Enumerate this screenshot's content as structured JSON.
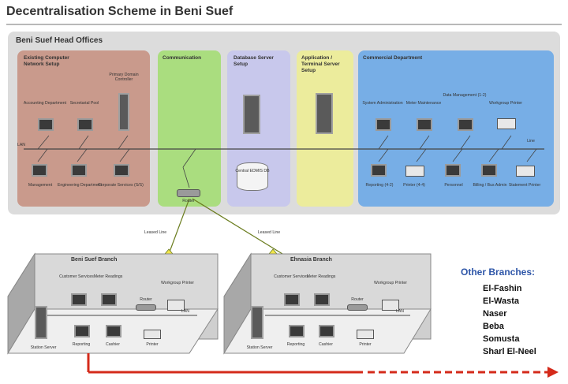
{
  "title": "Decentralisation Scheme in Beni Suef",
  "head_office": {
    "label": "Beni Suef Head Offices",
    "panels": {
      "existing": "Existing Computer Network Setup",
      "communication": "Communication",
      "database": "Database Server Setup",
      "application": "Application / Terminal Server Setup",
      "commercial": "Commercial Department"
    },
    "devices": {
      "accounting": "Accounting Department",
      "secretarial": "Secretarial Pool",
      "primary_domain": "Primary Domain Controller",
      "management": "Management",
      "engineering": "Engineering Department",
      "corporate": "Corporate Services (S/S)",
      "db": "Central EDMIS DB",
      "router": "Router",
      "system_admin": "System Administration",
      "meter_maintenance": "Meter Maintenance",
      "data_management": "Data Management (1-2)",
      "workgroup_printer": "Workgroup Printer",
      "reporting": "Reporting (4-2)",
      "printer": "Printer (4-4)",
      "personnel": "Personnel",
      "billing": "Billing / Bus Admin",
      "statement_printer": "Statement Printer"
    },
    "lan_left": "LAN",
    "lan_right": "Line"
  },
  "links": {
    "leased_left": "Leased Line",
    "leased_right": "Leased Line"
  },
  "branches": [
    {
      "name": "Beni Suef Branch",
      "devices": {
        "customer_services": "Customer Services",
        "meter_readings": "Meter Readings",
        "router": "Router",
        "workgroup_printer": "Workgroup Printer",
        "station_server": "Station Server",
        "reporting": "Reporting",
        "cashier": "Cashier",
        "printer": "Printer",
        "lan": "LAN"
      }
    },
    {
      "name": "Ehnasia Branch",
      "devices": {
        "customer_services": "Customer Services",
        "meter_readings": "Meter Readings",
        "router": "Router",
        "workgroup_printer": "Workgroup Printer",
        "station_server": "Station Server",
        "reporting": "Reporting",
        "cashier": "Cashier",
        "printer": "Printer",
        "lan": "LAN"
      }
    }
  ],
  "other_branches": {
    "title": "Other Branches:",
    "items": [
      "El-Fashin",
      "El-Wasta",
      "Naser",
      "Beba",
      "Somusta",
      "Sharl El-Neel"
    ]
  },
  "colors": {
    "existing_panel": "#c99a8c",
    "communication_panel": "#aadd7f",
    "database_panel": "#c8c8ec",
    "application_panel": "#ecec9c",
    "commercial_panel": "#77aee6",
    "arrow": "#d42a1a",
    "other_title": "#2e56a8"
  }
}
